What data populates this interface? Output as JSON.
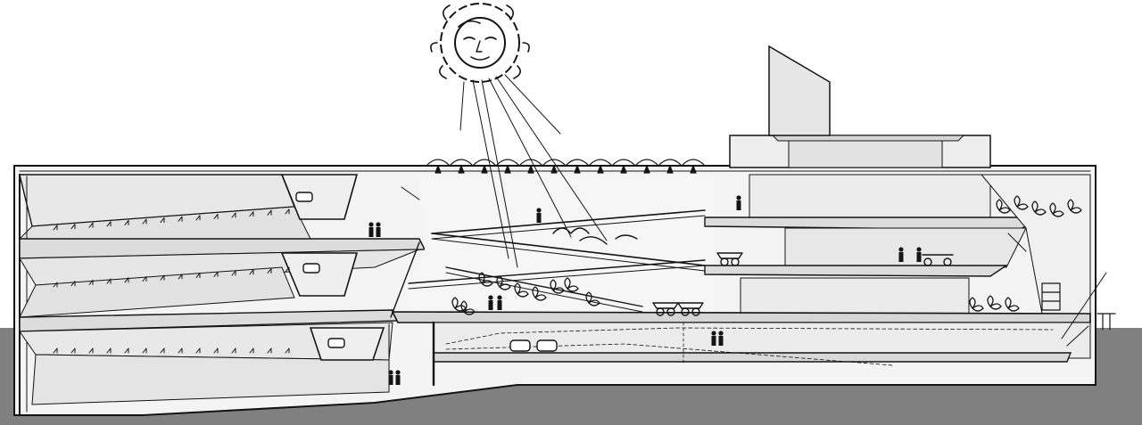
{
  "drawing": {
    "kind": "architectural-section-sketch",
    "colors": {
      "background": "#ffffff",
      "ground": "#808080",
      "slab_fill": "#e4e4e4",
      "ink": "#141414",
      "light_wall": "#f2f2f2"
    },
    "elements": {
      "sun_face": "sun-face-with-curly-rays",
      "light_beams": 6,
      "figures": [
        "people",
        "cars",
        "carriages",
        "plants",
        "rooftop-tower"
      ]
    }
  }
}
